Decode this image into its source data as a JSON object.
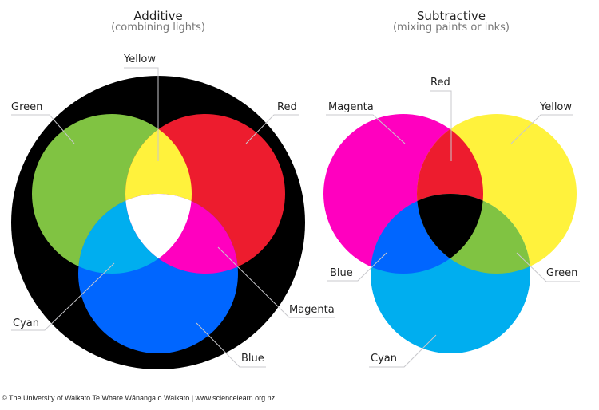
{
  "additive": {
    "title": "Additive",
    "subtitle": "(combining lights)",
    "labels": {
      "yellow": "Yellow",
      "green": "Green",
      "red": "Red",
      "cyan": "Cyan",
      "magenta": "Magenta",
      "blue": "Blue"
    },
    "colors": {
      "background": "#000000",
      "green": "#80c342",
      "red": "#ed1c2e",
      "blue": "#0066ff",
      "yellow": "#fff23c",
      "cyan": "#00aeef",
      "magenta": "#ff00bf",
      "white": "#ffffff"
    }
  },
  "subtractive": {
    "title": "Subtractive",
    "subtitle": "(mixing paints or inks)",
    "labels": {
      "red": "Red",
      "magenta": "Magenta",
      "yellow": "Yellow",
      "blue": "Blue",
      "green": "Green",
      "cyan": "Cyan"
    },
    "colors": {
      "magenta": "#ff00bf",
      "yellow": "#fff23c",
      "cyan": "#00aeef",
      "red": "#ed1c2e",
      "blue": "#0066ff",
      "green": "#80c342",
      "black": "#000000"
    }
  },
  "footer": "© The University of Waikato Te Whare Wānanga o Waikato | www.sciencelearn.org.nz"
}
